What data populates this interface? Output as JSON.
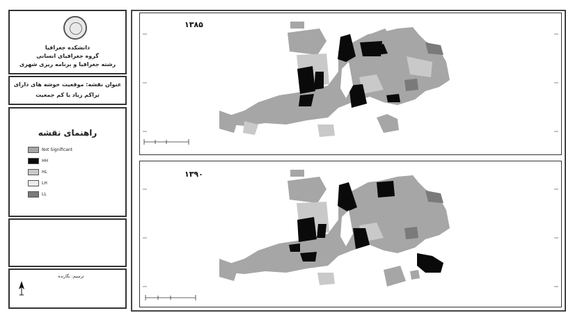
{
  "institution": {
    "faculty": "دانشکده جغرافیا",
    "department": "گروه جغرافیای انسانی",
    "program": "رشته جغرافیا و برنامه ریزی شهری"
  },
  "map_title": {
    "line1": "عنوان نقشه: موقعیت خوشه های دارای",
    "line2": "تراکم زیاد یا کم جمعیت"
  },
  "legend": {
    "title": "راهنمای نقشه",
    "items": [
      {
        "label": "Not Significant",
        "color": "#a6a6a6"
      },
      {
        "label": "HH",
        "color": "#0a0a0a"
      },
      {
        "label": "HL",
        "color": "#c9c9c9"
      },
      {
        "label": "LH",
        "color": "#ececec"
      },
      {
        "label": "LL",
        "color": "#7a7a7a"
      }
    ]
  },
  "credits": {
    "label": "ترسیم: نگارنده"
  },
  "maps": [
    {
      "year": "۱۳۸۵"
    },
    {
      "year": "۱۳۹۰"
    }
  ],
  "colors": {
    "frame": "#333333",
    "hh": "#0a0a0a",
    "not_significant": "#a6a6a6",
    "ll": "#7a7a7a"
  }
}
